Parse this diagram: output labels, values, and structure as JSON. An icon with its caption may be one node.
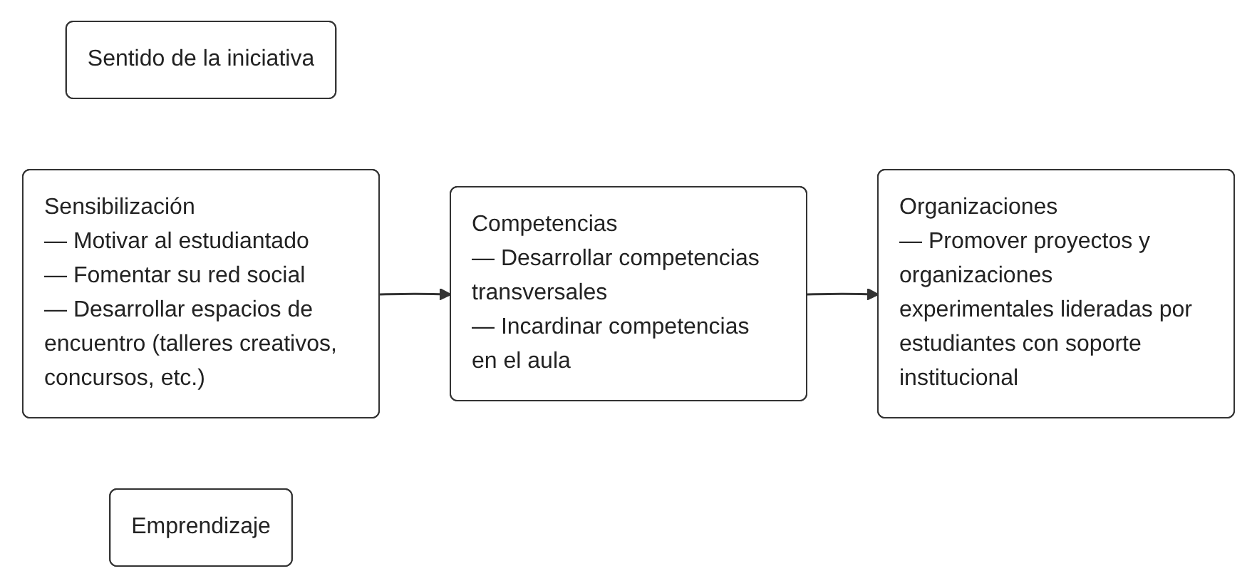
{
  "diagram": {
    "nodes": [
      {
        "text": [
          "Sentido de la iniciativa"
        ]
      },
      {
        "text": [
          "Sensibilización",
          "— Motivar al estudiantado",
          "— Fomentar su red social",
          "— Desarrollar espacios de encuentro (talleres creativos, concursos, etc.)"
        ]
      },
      {
        "text": [
          "Competencias",
          "— Desarrollar competencias transversales",
          "— Incardinar competencias en el aula"
        ]
      },
      {
        "text": [
          "Organizaciones",
          "— Promover proyectos y organizaciones experimentales lideradas por estudiantes con soporte institucional"
        ]
      },
      {
        "text": [
          "Emprendizaje"
        ]
      }
    ],
    "edges": [
      {
        "from": 1,
        "to": 2,
        "arrow": "to"
      },
      {
        "from": 2,
        "to": 3,
        "arrow": "to"
      }
    ]
  }
}
